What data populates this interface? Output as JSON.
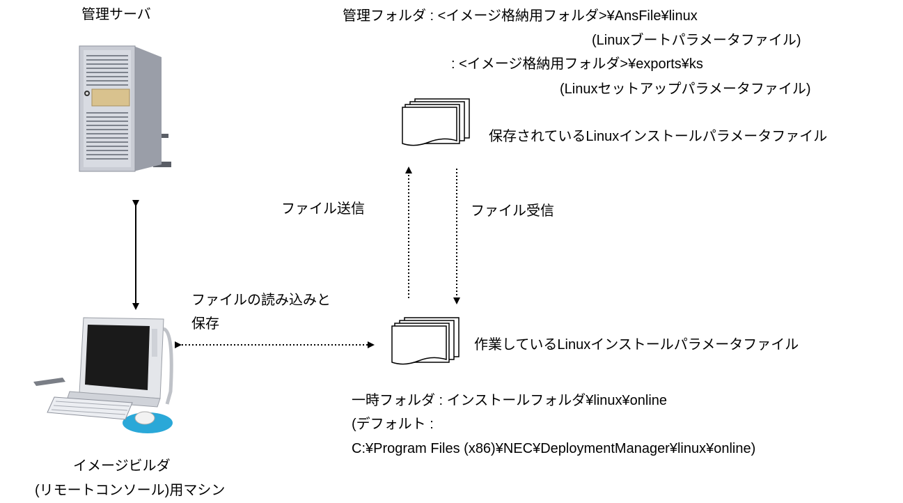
{
  "server": {
    "label": "管理サーバ",
    "icon": "tower-server-icon"
  },
  "builder": {
    "label_line1": "イメージビルダ",
    "label_line2": "(リモートコンソール)用マシン",
    "icon": "desktop-computer-icon"
  },
  "management_folder": {
    "line1": "管理フォルダ : <イメージ格納用フォルダ>¥AnsFile¥linux",
    "line2": "(Linuxブートパラメータファイル)",
    "line3": ": <イメージ格納用フォルダ>¥exports¥ks",
    "line4": "(Linuxセットアップパラメータファイル)"
  },
  "saved_file": {
    "label": "保存されているLinuxインストールパラメータファイル",
    "icon": "document-stack-icon"
  },
  "working_file": {
    "label": "作業しているLinuxインストールパラメータファイル",
    "icon": "document-stack-icon"
  },
  "arrows": {
    "send": "ファイル送信",
    "receive": "ファイル受信",
    "read_save_line1": "ファイルの読み込みと",
    "read_save_line2": "保存"
  },
  "temp_folder": {
    "line1": "一時フォルダ : インストールフォルダ¥linux¥online",
    "line2": "(デフォルト :",
    "line3": "C:¥Program Files (x86)¥NEC¥DeploymentManager¥linux¥online)"
  },
  "colors": {
    "line": "#000000",
    "server_body": "#c9ccd4",
    "server_panel": "#d9c28e",
    "mousepad": "#2aa8d8"
  }
}
